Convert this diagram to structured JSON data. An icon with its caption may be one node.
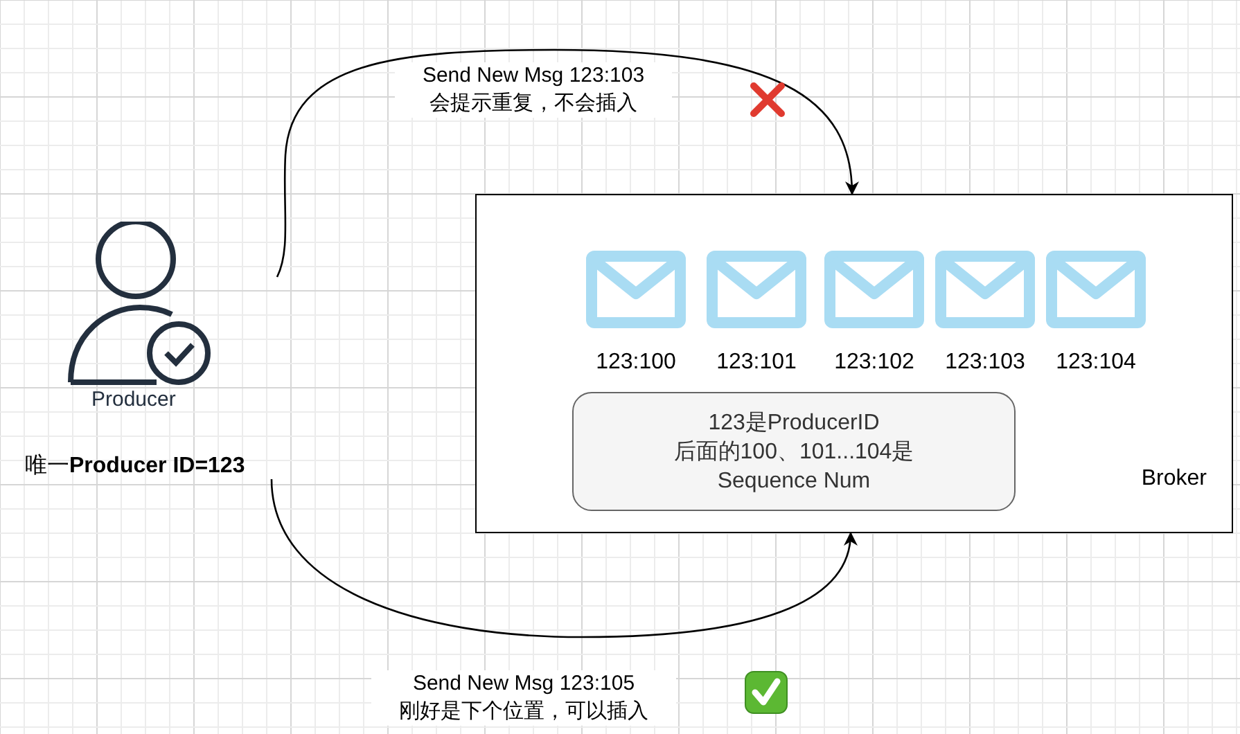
{
  "diagram": {
    "nodes": [
      {
        "text": [
          "Producer",
          "唯一**Producer ID=123**"
        ]
      },
      {
        "text": [
          "Broker"
        ]
      },
      {
        "text": [
          "123:100"
        ],
        "in": 1
      },
      {
        "text": [
          "123:101"
        ],
        "in": 1
      },
      {
        "text": [
          "123:102"
        ],
        "in": 1
      },
      {
        "text": [
          "123:103"
        ],
        "in": 1
      },
      {
        "text": [
          "123:104"
        ],
        "in": 1
      },
      {
        "text": [
          "123是ProducerID 后面的100、101...104是 Sequence Num"
        ],
        "in": 1
      }
    ],
    "edges": [
      {
        "from": 0,
        "to": 1,
        "arrow": "to",
        "label": "Send New Msg 123:103 会提示重复，不会插入"
      },
      {
        "from": 0,
        "to": 1,
        "arrow": "to",
        "label": "Send New Msg 123:105 刚好是下个位置，可以插入"
      }
    ]
  }
}
